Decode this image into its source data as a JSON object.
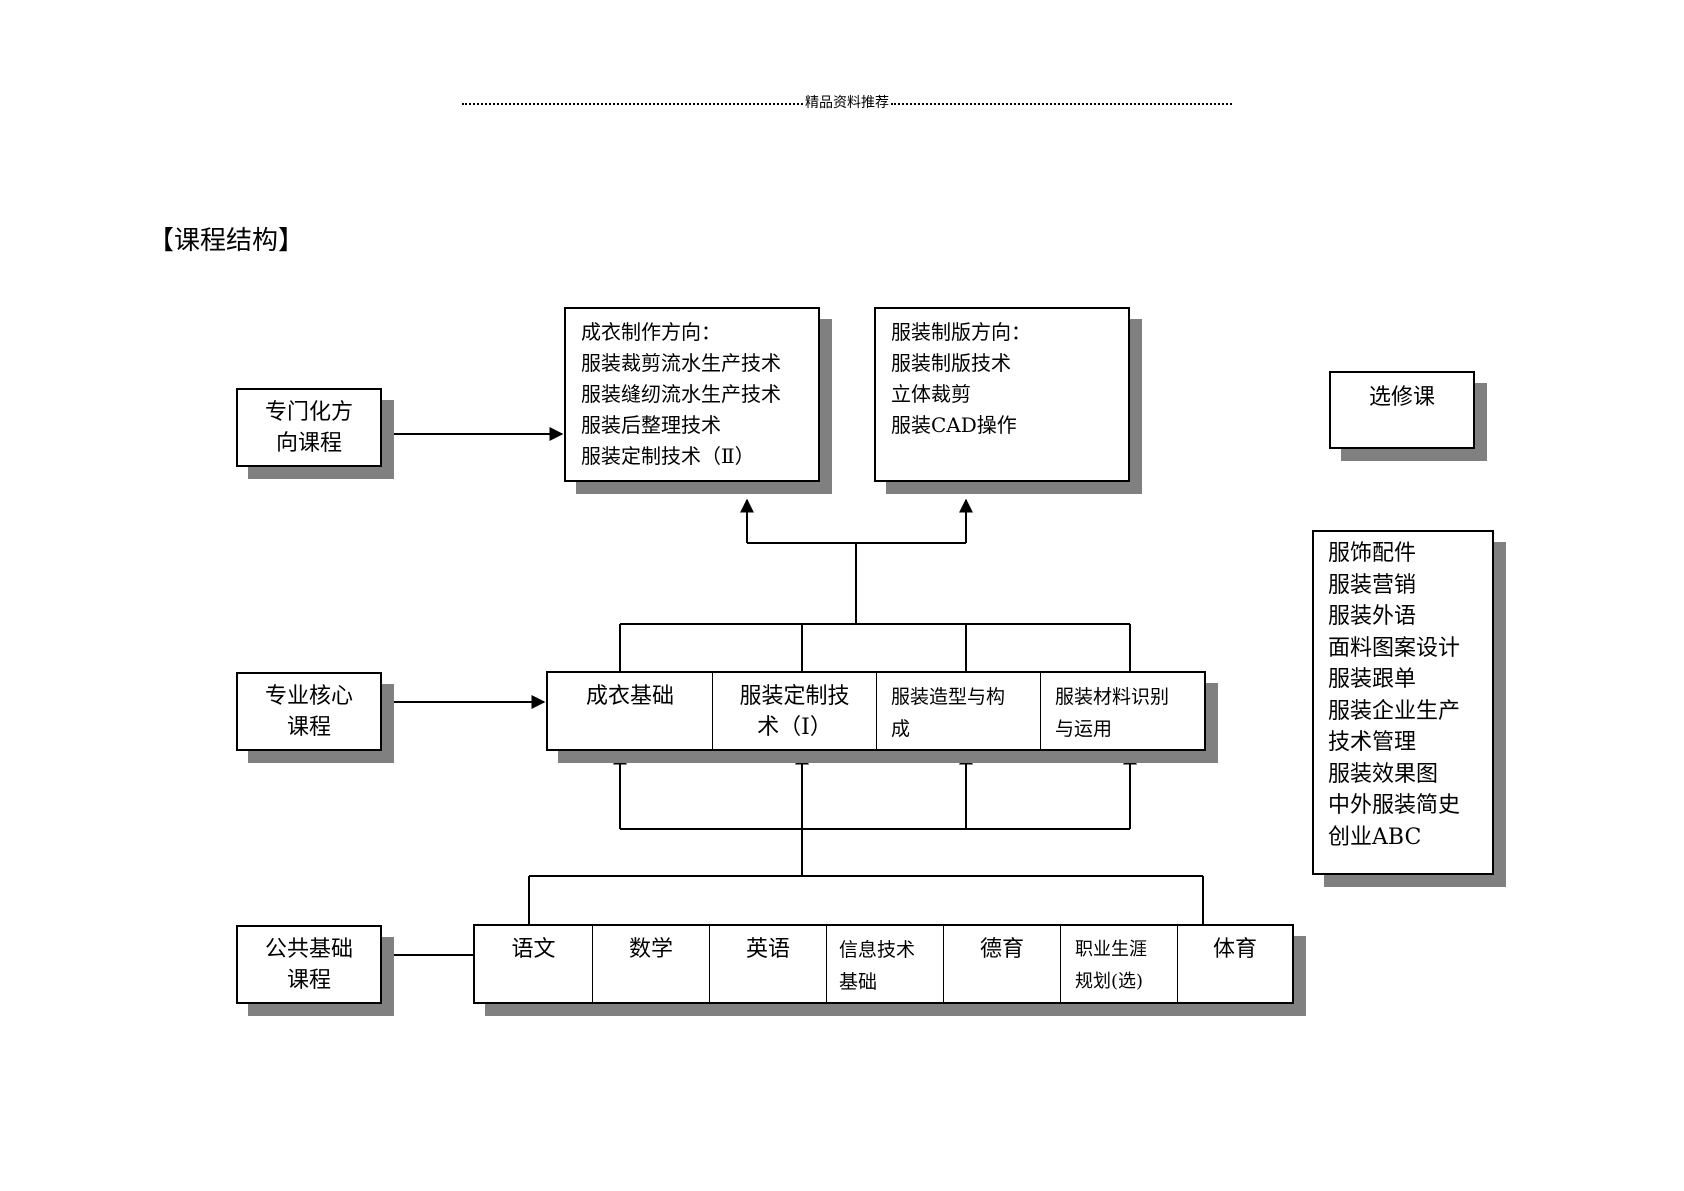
{
  "header": {
    "text": "精品资料推荐"
  },
  "section_title": "【课程结构】",
  "labels": {
    "specialization": [
      "专门化方",
      "向课程"
    ],
    "core": [
      "专业核心",
      "课程"
    ],
    "public": [
      "公共基础",
      "课程"
    ]
  },
  "direction_a": {
    "title": "成衣制作方向：",
    "items": [
      "服装裁剪流水生产技术",
      "服装缝纫流水生产技术",
      "服装后整理技术",
      "服装定制技术（Ⅱ）"
    ]
  },
  "direction_b": {
    "title": "服装制版方向：",
    "items": [
      "服装制版技术",
      "立体裁剪",
      "服装CAD操作"
    ]
  },
  "core_courses": [
    [
      "成衣基础"
    ],
    [
      "服装定制技",
      "术（Ⅰ）"
    ],
    [
      "服装造型与构",
      "成"
    ],
    [
      "服装材料识别",
      "与运用"
    ]
  ],
  "public_courses": [
    [
      "语文"
    ],
    [
      "数学"
    ],
    [
      "英语"
    ],
    [
      "信息技术",
      "基础"
    ],
    [
      "德育"
    ],
    [
      "职业生涯",
      "规划(选)"
    ],
    [
      "体育"
    ]
  ],
  "elective": {
    "title": "选修课",
    "items": [
      "服饰配件",
      "服装营销",
      "服装外语",
      "面料图案设计",
      "服装跟单",
      "服装企业生产",
      "技术管理",
      "服装效果图",
      "中外服装简史",
      "创业ABC"
    ]
  }
}
